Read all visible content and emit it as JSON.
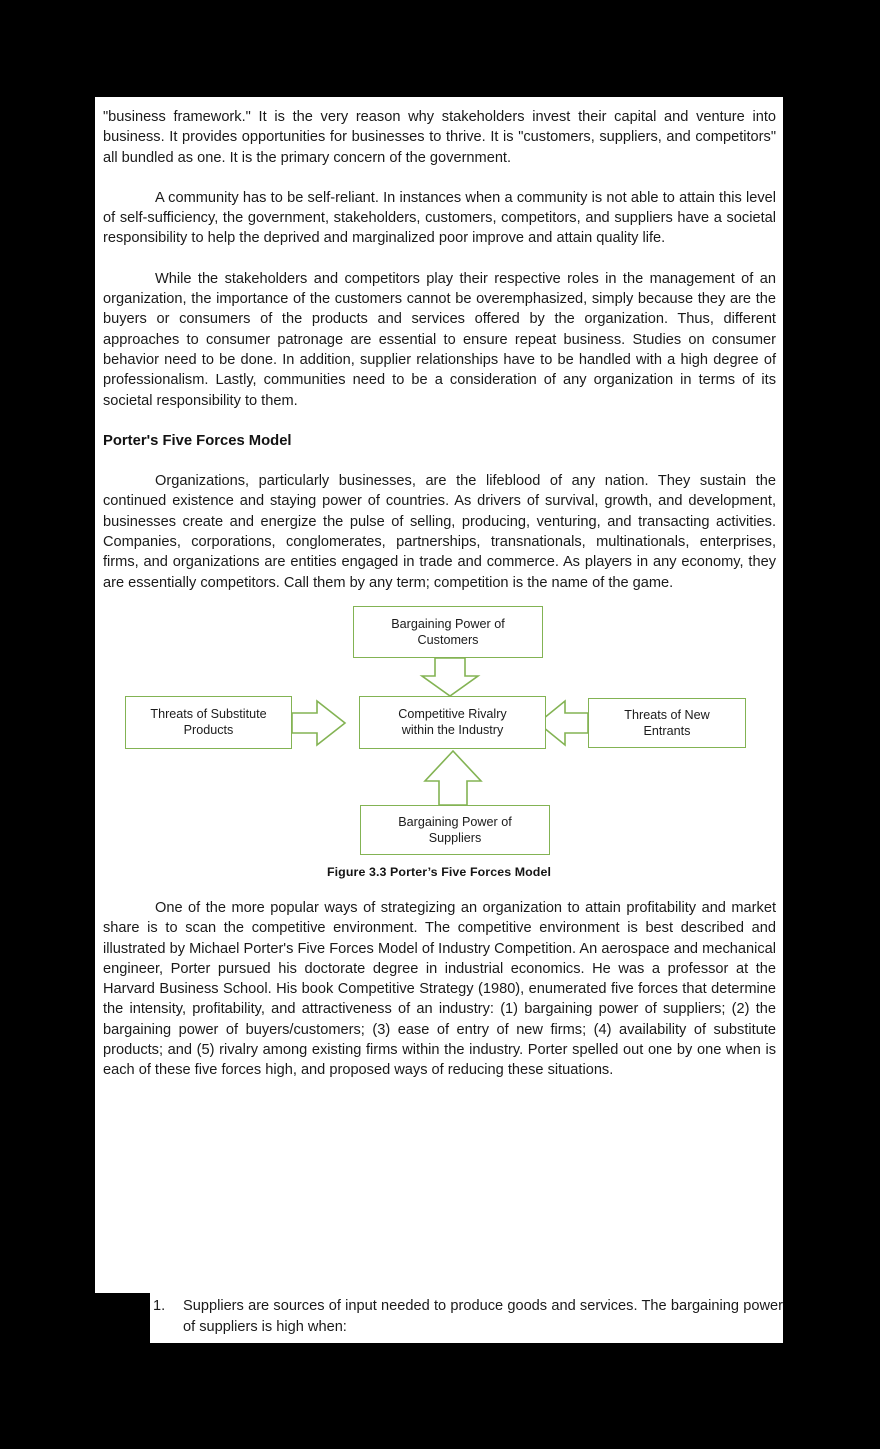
{
  "document": {
    "paragraphs": [
      {
        "id": "p1",
        "indent": false,
        "text": "\"business framework.\" It is the very reason why stakeholders invest their capital and venture into business. It provides opportunities for businesses to thrive. It is \"customers, suppliers, and competitors\" all bundled as one. It is the primary concern of the government."
      },
      {
        "id": "p2",
        "indent": true,
        "text": "A community has to be self-reliant. In instances when a community is not able to attain this level of self-sufficiency, the government, stakeholders, customers, competitors, and suppliers have a societal responsibility to help the deprived and marginalized poor improve and attain quality life."
      },
      {
        "id": "p3",
        "indent": true,
        "text": "While the stakeholders and competitors play their respective roles in the management of an organization, the importance of the customers cannot be overemphasized, simply because they are the buyers or consumers of the products and services offered by the organization. Thus, different approaches to consumer patronage are essential to ensure repeat business. Studies on consumer behavior need to be done. In addition, supplier relationships have to be handled with a high degree of professionalism. Lastly, communities need to be a consideration of any organization in terms of its societal responsibility to them."
      }
    ],
    "section_heading": "Porter's Five Forces Model",
    "paragraph_after_heading": {
      "id": "p4",
      "indent": true,
      "text": "Organizations, particularly businesses, are the lifeblood of any nation. They sustain the continued existence and staying power of countries. As drivers of survival, growth, and development, businesses create and energize the pulse of selling, producing, venturing, and transacting activities. Companies, corporations, conglomerates, partnerships, transnationals, multinationals, enterprises, firms, and organizations are entities engaged in trade and commerce. As players in any economy, they are essentially competitors. Call them by any term; competition is the name of the game."
    },
    "paragraph_after_figure": {
      "id": "p5",
      "indent": true,
      "text": "One of the more popular ways of strategizing an organization to attain profitability and market share is to scan the competitive environment. The competitive environment is best described and illustrated by Michael Porter's Five Forces Model of Industry Competition. An aerospace and mechanical engineer, Porter pursued his doctorate degree in industrial economics. He was a professor at the Harvard Business School. His book Competitive Strategy (1980), enumerated five forces that determine the intensity, profitability, and attractiveness of an industry: (1) bargaining power of suppliers; (2) the bargaining power of buyers/customers; (3) ease of entry of new firms; (4) availability of substitute products; and (5) rivalry among existing firms within the industry. Porter spelled out one by one when is each of these five forces high, and proposed ways of reducing these situations."
    },
    "numbered_list": [
      {
        "marker": "1.",
        "text": "Suppliers are sources of input needed to produce goods and services. The bargaining power of suppliers is high when:"
      }
    ]
  },
  "figure": {
    "caption": "Figure 3.3 Porter’s Five Forces Model",
    "border_color": "#83b353",
    "nodes": {
      "customers": {
        "line1": "Bargaining Power of",
        "line2": "Customers"
      },
      "substitute": {
        "line1": "Threats of Substitute",
        "line2": "Products"
      },
      "rivalry": {
        "line1": "Competitive Rivalry",
        "line2": "within the Industry"
      },
      "entrants": {
        "line1": "Threats of New",
        "line2": "Entrants"
      },
      "suppliers": {
        "line1": "Bargaining Power of",
        "line2": "Suppliers"
      }
    },
    "arrows": [
      {
        "name": "customers-to-rivalry",
        "direction": "down"
      },
      {
        "name": "substitute-to-rivalry",
        "direction": "right"
      },
      {
        "name": "entrants-to-rivalry",
        "direction": "left"
      },
      {
        "name": "suppliers-to-rivalry",
        "direction": "up"
      }
    ]
  }
}
